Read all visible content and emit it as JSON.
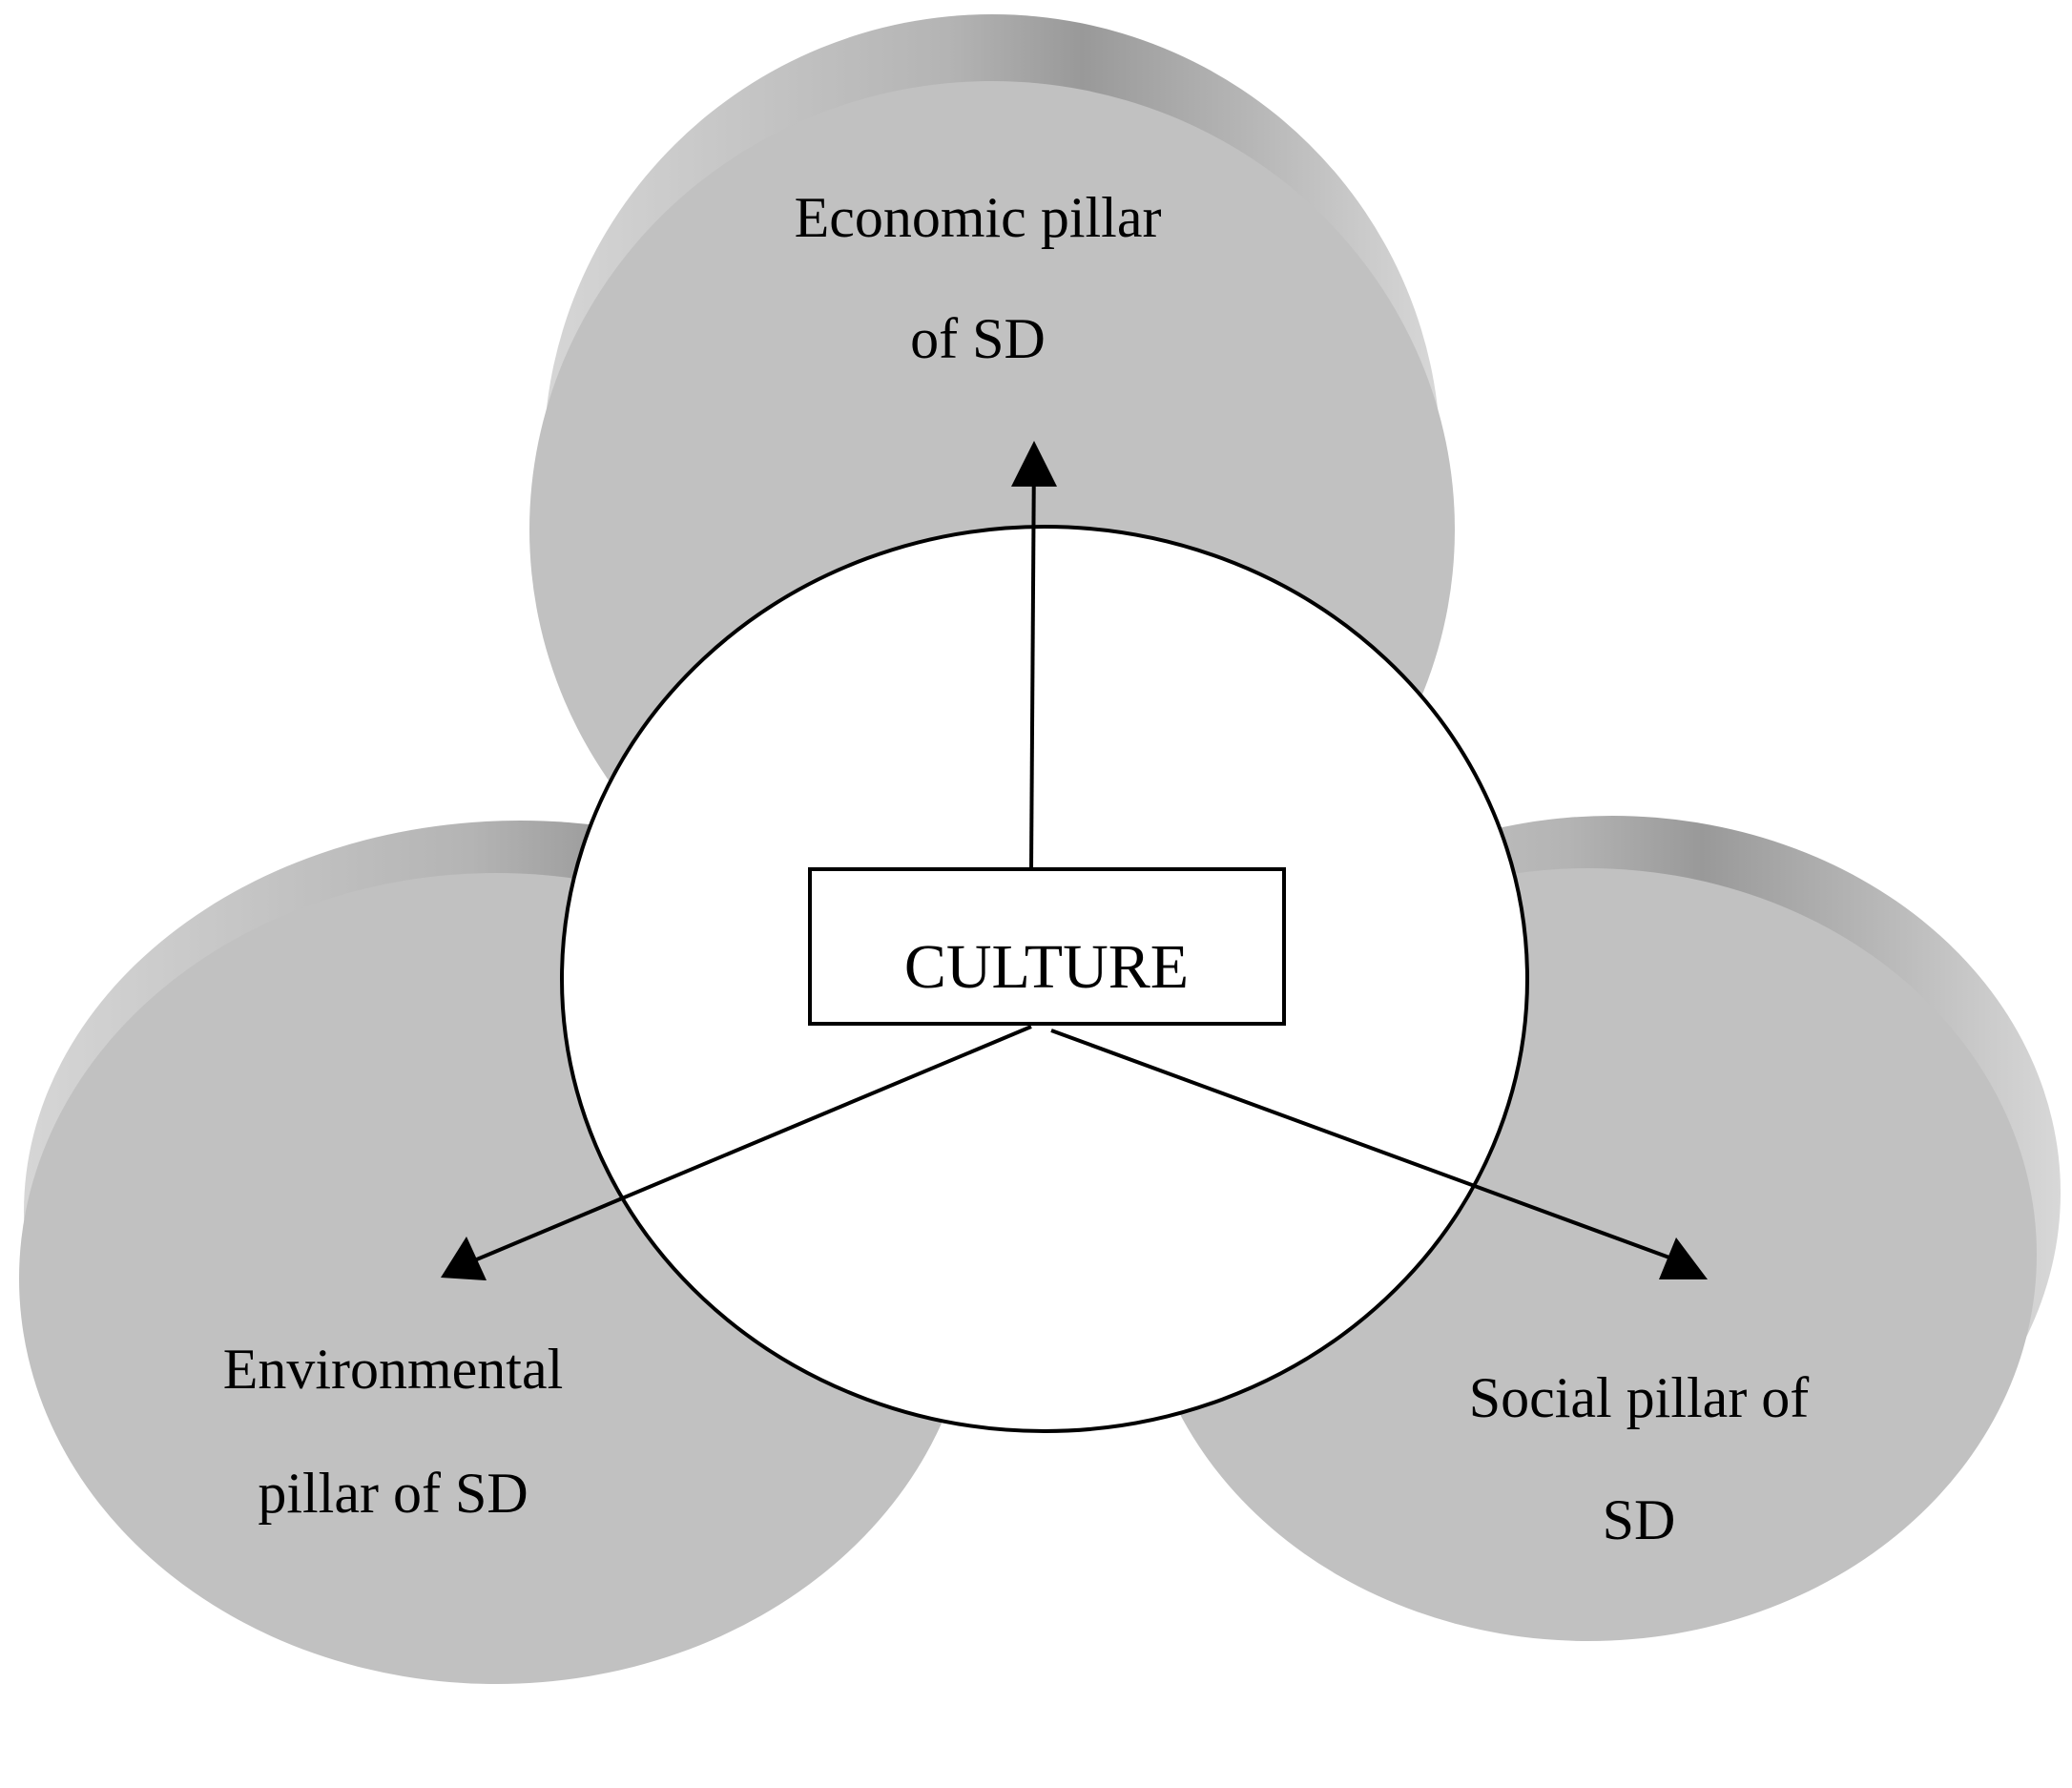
{
  "diagram": {
    "center": {
      "label": "CULTURE"
    },
    "pillars": {
      "economic": {
        "line1": "Economic pillar",
        "line2": "of SD"
      },
      "environmental": {
        "line1": "Environmental",
        "line2": "pillar of SD"
      },
      "social": {
        "line1": "Social pillar of",
        "line2": "SD"
      }
    },
    "colors": {
      "pillar_face": "#c1c1c1",
      "pillar_rim_dark": "#9a9a9a",
      "pillar_rim_light": "#dcdcdc",
      "center_fill": "#ffffff",
      "stroke": "#000000"
    }
  }
}
